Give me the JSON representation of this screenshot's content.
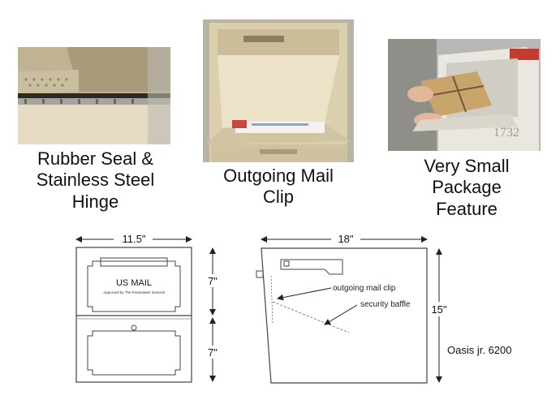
{
  "photos": [
    {
      "caption": [
        "Rubber Seal &",
        "Stainless Steel",
        "Hinge"
      ]
    },
    {
      "caption": [
        "Outgoing Mail",
        "Clip"
      ]
    },
    {
      "caption": [
        "Very Small",
        "Package",
        "Feature"
      ]
    }
  ],
  "front_view": {
    "width_label": "11.5\"",
    "upper_height_label": "7\"",
    "lower_height_label": "7\"",
    "plate_title": "US MAIL",
    "plate_subtitle": "Approved by The Postmaster General"
  },
  "side_view": {
    "width_label": "18\"",
    "height_label": "15\"",
    "callout_clip": "outgoing mail clip",
    "callout_baffle": "security baffle",
    "model": "Oasis jr. 6200"
  },
  "colors": {
    "beige": "#e8dcc0",
    "line": "#333333"
  }
}
